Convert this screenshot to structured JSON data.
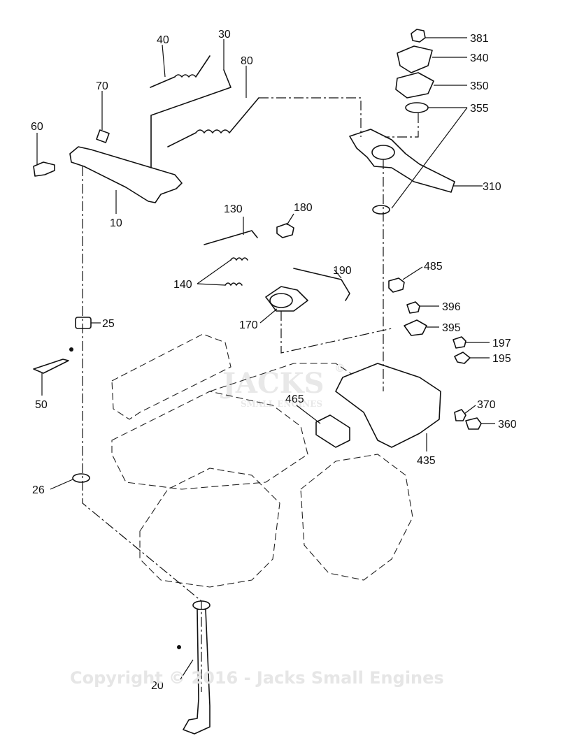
{
  "watermark": {
    "copyright": "Copyright © 2016 - Jacks Small Engines",
    "logo_main": "JACKS",
    "logo_registered": "©",
    "logo_sub": "SMALL ENGINES"
  },
  "callouts": [
    {
      "id": "c40",
      "label": "40"
    },
    {
      "id": "c30",
      "label": "30"
    },
    {
      "id": "c80",
      "label": "80"
    },
    {
      "id": "c70",
      "label": "70"
    },
    {
      "id": "c60",
      "label": "60"
    },
    {
      "id": "c10",
      "label": "10"
    },
    {
      "id": "c381",
      "label": "381"
    },
    {
      "id": "c340",
      "label": "340"
    },
    {
      "id": "c350",
      "label": "350"
    },
    {
      "id": "c355",
      "label": "355"
    },
    {
      "id": "c310",
      "label": "310"
    },
    {
      "id": "c130",
      "label": "130"
    },
    {
      "id": "c180",
      "label": "180"
    },
    {
      "id": "c190",
      "label": "190"
    },
    {
      "id": "c140",
      "label": "140"
    },
    {
      "id": "c170",
      "label": "170"
    },
    {
      "id": "c485",
      "label": "485"
    },
    {
      "id": "c396",
      "label": "396"
    },
    {
      "id": "c395",
      "label": "395"
    },
    {
      "id": "c197",
      "label": "197"
    },
    {
      "id": "c195",
      "label": "195"
    },
    {
      "id": "c25",
      "label": "25"
    },
    {
      "id": "c50",
      "label": "50"
    },
    {
      "id": "c465",
      "label": "465"
    },
    {
      "id": "c370",
      "label": "370"
    },
    {
      "id": "c360",
      "label": "360"
    },
    {
      "id": "c435",
      "label": "435"
    },
    {
      "id": "c26",
      "label": "26"
    },
    {
      "id": "c20",
      "label": "20"
    }
  ]
}
